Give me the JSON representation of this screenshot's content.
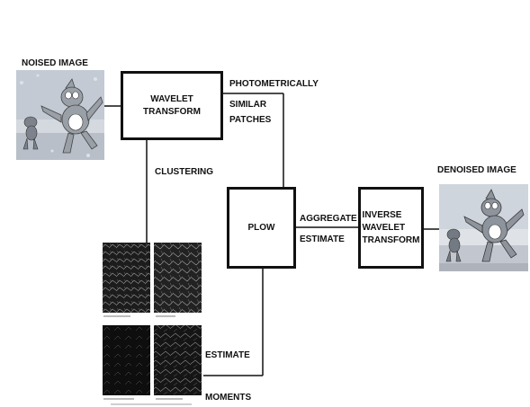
{
  "labels": {
    "noised_image": "NOISED IMAGE",
    "denoised_image": "DENOISED IMAGE",
    "photometrically": "PHOTOMETRICALLY",
    "similar_patches_1": "SIMILAR",
    "similar_patches_2": "PATCHES",
    "clustering": "CLUSTERING",
    "aggregate": "AGGREGATE",
    "estimate_right": "ESTIMATE",
    "estimate_bottom": "ESTIMATE",
    "moments": "MOMENTS"
  },
  "boxes": {
    "wavelet_line1": "WAVELET",
    "wavelet_line2": "TRANSFORM",
    "plow": "PLOW",
    "inverse_line1": "INVERSE",
    "inverse_line2": "WAVELET",
    "inverse_line3": "TRANSFORM"
  },
  "colors": {
    "stroke": "#111111",
    "sky": "#c9cfd8",
    "cartoon_gray": "#8a8f99",
    "panel_dark": "#1a1a1a"
  }
}
